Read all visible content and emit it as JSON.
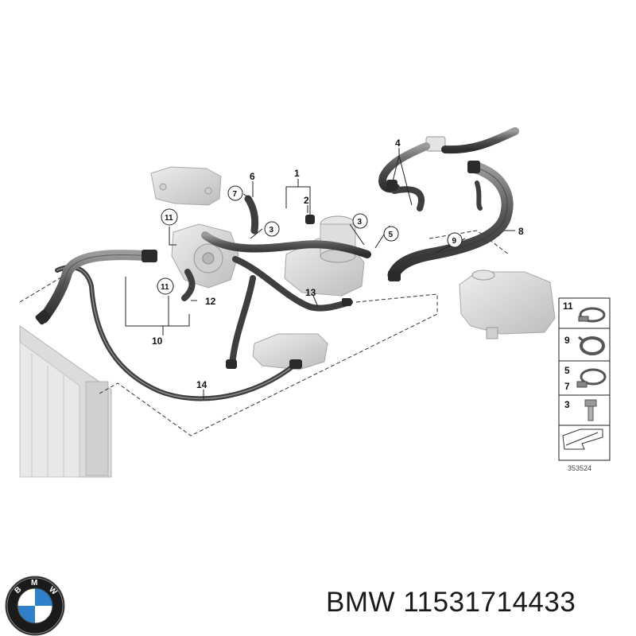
{
  "diagram": {
    "callouts": [
      {
        "id": "c1",
        "label": "1"
      },
      {
        "id": "c2",
        "label": "2"
      },
      {
        "id": "c3a",
        "label": "3"
      },
      {
        "id": "c3b",
        "label": "3"
      },
      {
        "id": "c4",
        "label": "4"
      },
      {
        "id": "c5",
        "label": "5"
      },
      {
        "id": "c6",
        "label": "6"
      },
      {
        "id": "c7",
        "label": "7"
      },
      {
        "id": "c8",
        "label": "8"
      },
      {
        "id": "c9",
        "label": "9"
      },
      {
        "id": "c10",
        "label": "10"
      },
      {
        "id": "c11a",
        "label": "11"
      },
      {
        "id": "c11b",
        "label": "11"
      },
      {
        "id": "c12",
        "label": "12"
      },
      {
        "id": "c13",
        "label": "13"
      },
      {
        "id": "c14",
        "label": "14"
      }
    ],
    "legend": [
      {
        "id": "l11",
        "label": "11",
        "icon": "hose-clamp-icon"
      },
      {
        "id": "l9",
        "label": "9",
        "icon": "spring-clamp-icon"
      },
      {
        "id": "l5",
        "label": "5",
        "icon": "hose-clamp-icon"
      },
      {
        "id": "l7",
        "label": "7",
        "icon": "hose-clamp-icon"
      },
      {
        "id": "l3",
        "label": "3",
        "icon": "bolt-icon"
      },
      {
        "id": "larrow",
        "label": "",
        "icon": "direction-arrow-icon"
      }
    ],
    "drawing_number": "353524"
  },
  "caption": {
    "brand": "BMW",
    "part_number": "11531714433"
  },
  "colors": {
    "hose": "#4a4a4a",
    "hose_highlight": "#8a8a8a",
    "component": "#d6d6d6",
    "line": "#222222",
    "text": "#1a1a1a",
    "logo_blue": "#2f7fc9"
  }
}
